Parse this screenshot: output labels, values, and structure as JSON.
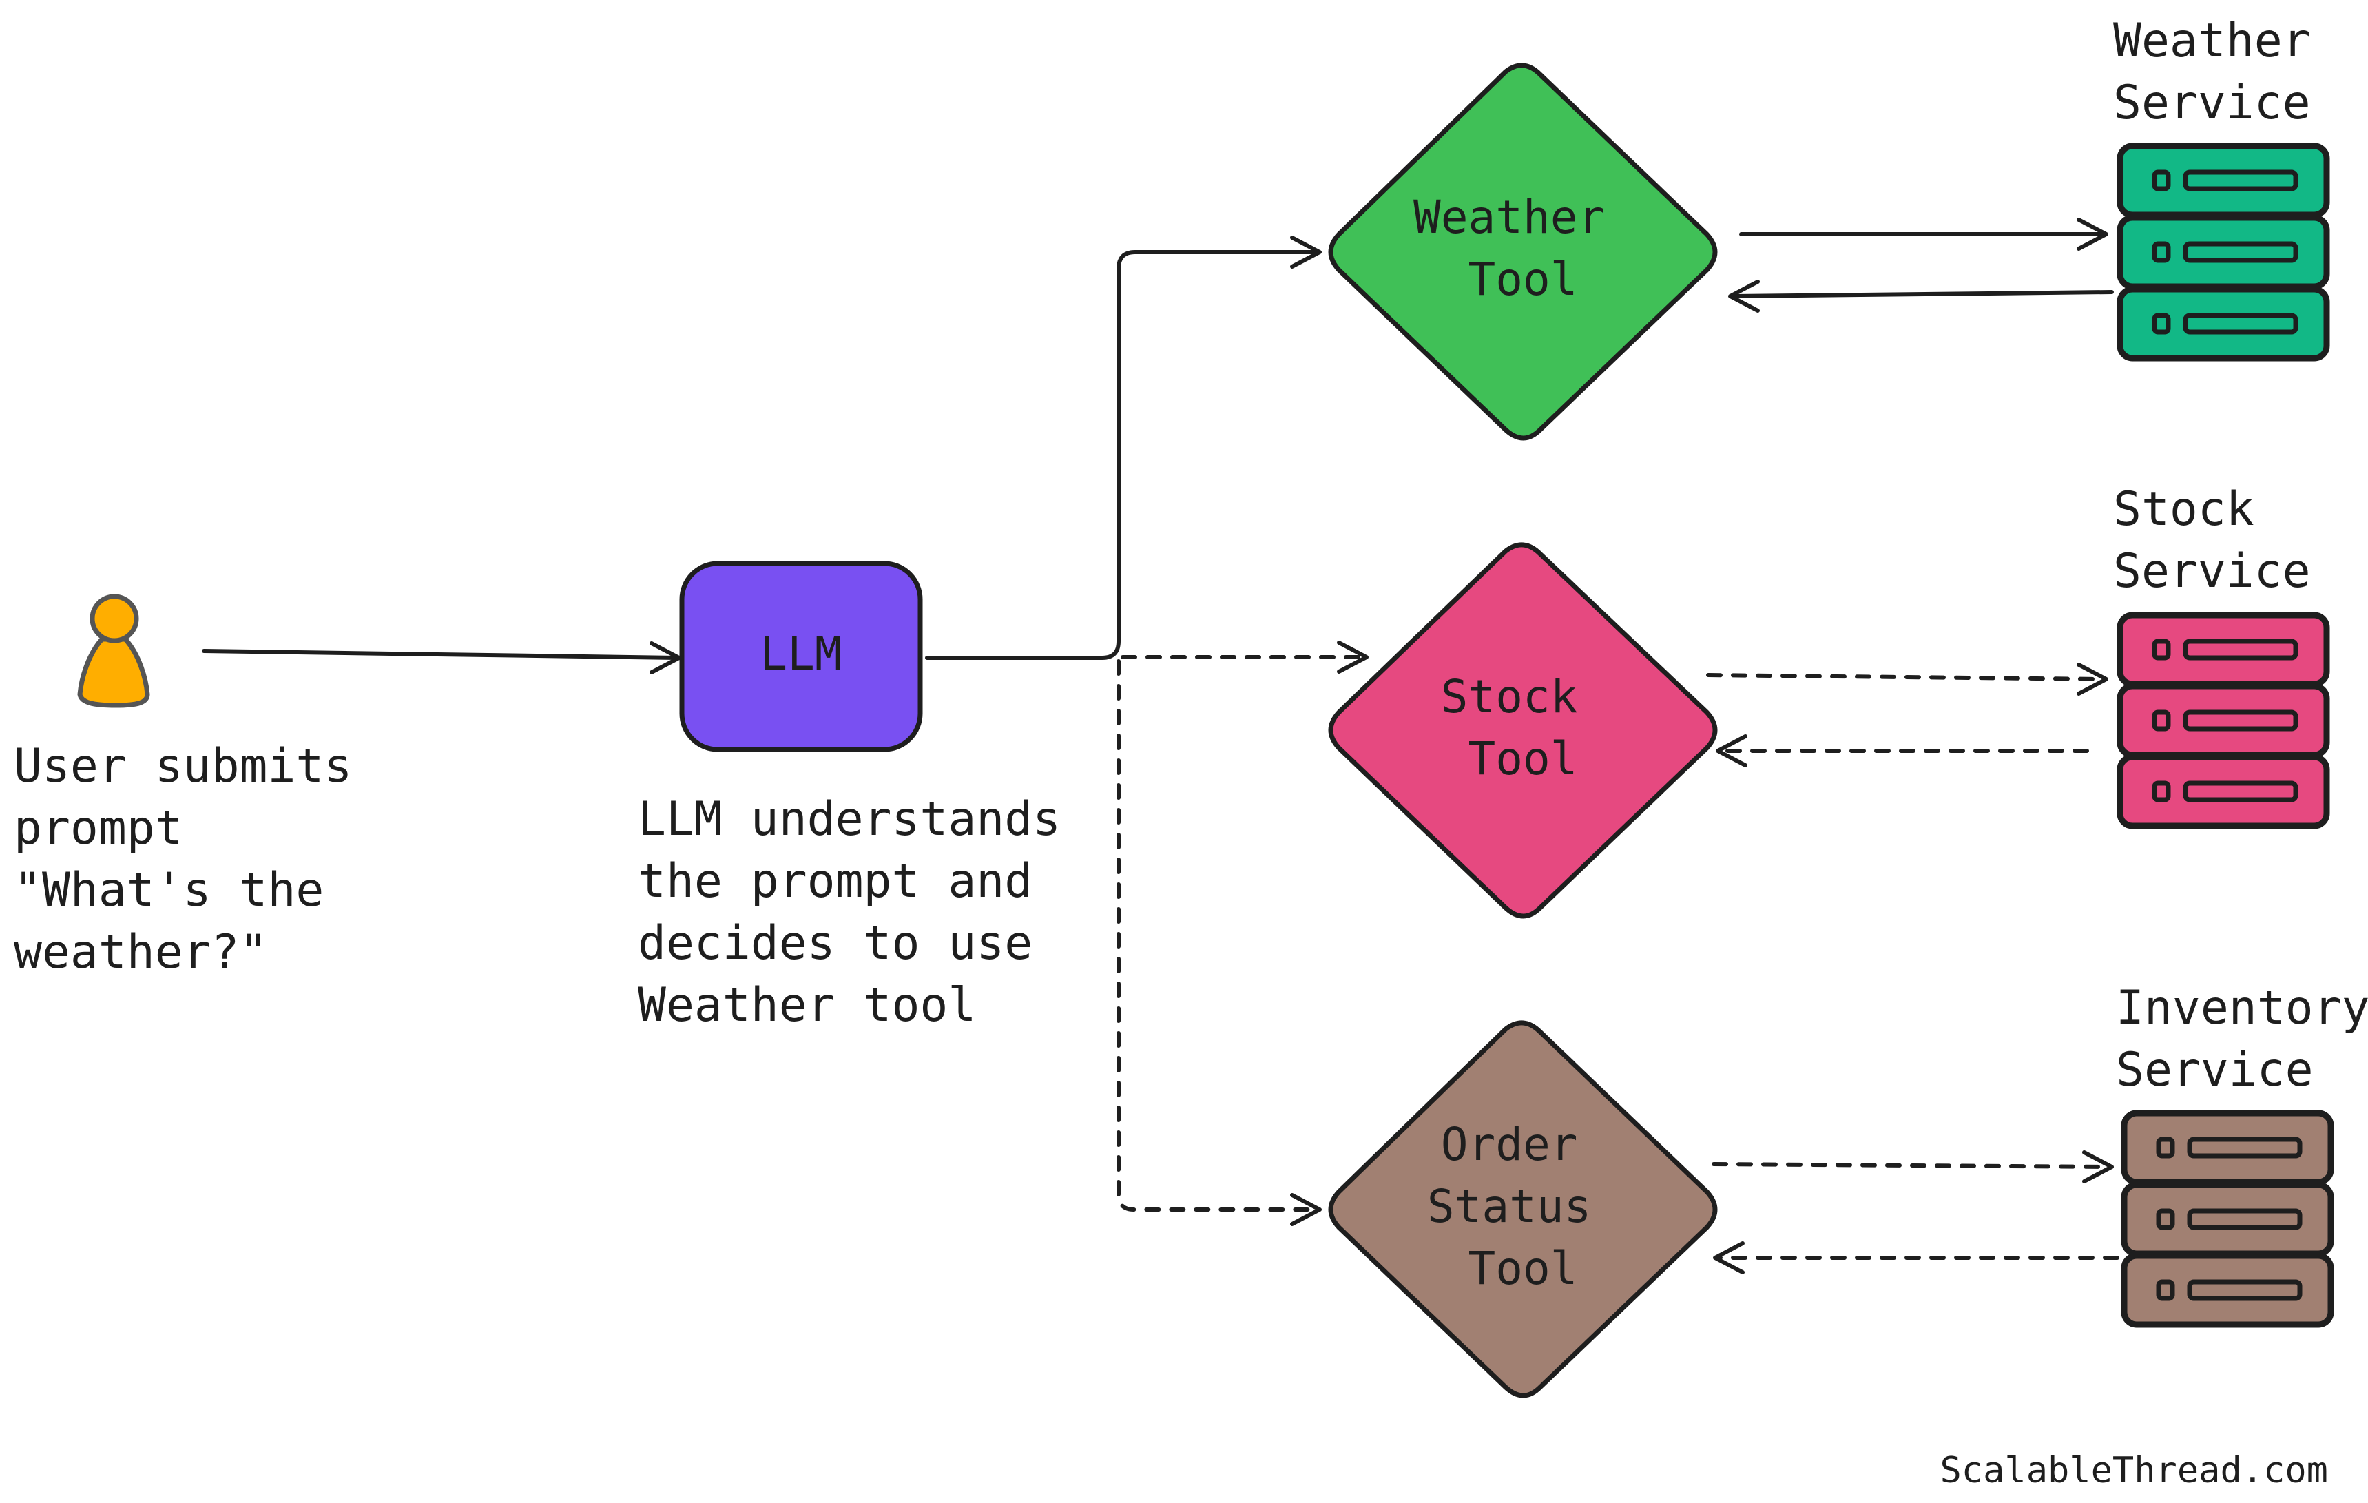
{
  "user": {
    "caption": [
      "User submits",
      "prompt",
      "\"What's the",
      "weather?\""
    ],
    "color": "#ffae00"
  },
  "llm": {
    "label": "LLM",
    "caption": [
      "LLM understands",
      "the prompt and",
      "decides to use",
      "Weather tool"
    ],
    "color": "#7950f2"
  },
  "tools": [
    {
      "id": "weather",
      "lines": [
        "Weather",
        "Tool"
      ],
      "color": "#40c057"
    },
    {
      "id": "stock",
      "lines": [
        "Stock",
        "Tool"
      ],
      "color": "#e64980"
    },
    {
      "id": "order",
      "lines": [
        "Order",
        "Status",
        "Tool"
      ],
      "color": "#a18072"
    }
  ],
  "services": [
    {
      "id": "weather",
      "lines": [
        "Weather",
        "Service"
      ],
      "color": "#12b886"
    },
    {
      "id": "stock",
      "lines": [
        "Stock",
        "Service"
      ],
      "color": "#e64980"
    },
    {
      "id": "inventory",
      "lines": [
        "Inventory",
        "Service"
      ],
      "color": "#a18072"
    }
  ],
  "footer": "ScalableThread.com"
}
